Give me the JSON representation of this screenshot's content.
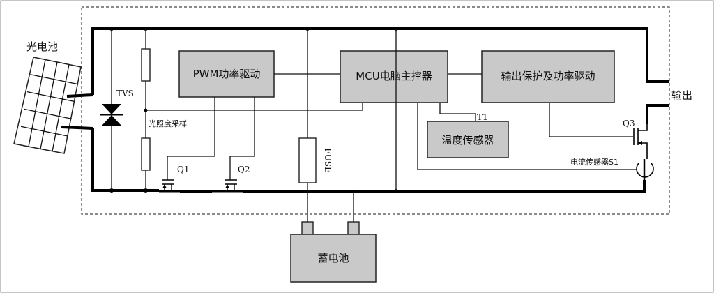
{
  "labels": {
    "solar_panel": "光电池",
    "output": "输出",
    "tvs": "TVS",
    "light_sampling": "光照度采样",
    "fuse": "FUSE",
    "battery": "蓄电池",
    "pwm_driver": "PWM功率驱动",
    "mcu": "MCU电脑主控器",
    "output_protection": "输出保护及功率驱动",
    "temp_sensor": "温度传感器",
    "t1": "T1",
    "q1": "Q1",
    "q2": "Q2",
    "q3": "Q3",
    "current_sensor": "电流传感器S1"
  },
  "colors": {
    "block_fill": "#c9c9c9",
    "line": "#111111"
  }
}
